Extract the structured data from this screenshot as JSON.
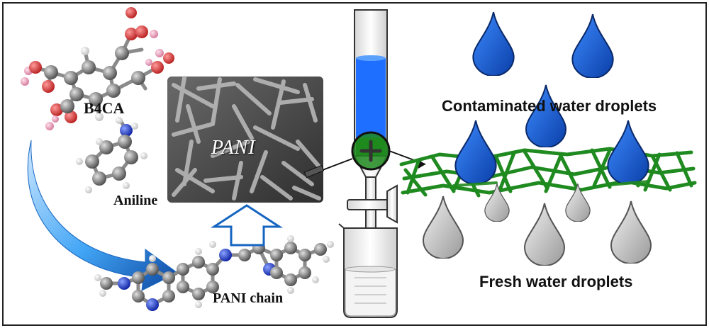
{
  "labels": {
    "b4ca": "B4CA",
    "aniline": "Aniline",
    "pani_chain": "PANI chain",
    "pani_sem": "PANI",
    "contaminated": "Contaminated water droplets",
    "fresh": "Fresh water droplets"
  },
  "colors": {
    "frame": "#222222",
    "curved_arrow": "#1e88e5",
    "outline_arrow": "#1565c0",
    "water_blue": "#1565c0",
    "column_liquid": "#1e6fff",
    "green_mesh": "#1f8a1f",
    "fresh_drop": "#c8c8c8",
    "oxygen": "#d32f2f",
    "hydrogen": "#f3a6c0",
    "carbon": "#7a7a7a",
    "nitrogen": "#1e3fd8"
  },
  "icons": [
    "curved-arrow-icon",
    "up-arrow-icon",
    "plus-icon",
    "separation-column-icon",
    "beaker-icon"
  ]
}
